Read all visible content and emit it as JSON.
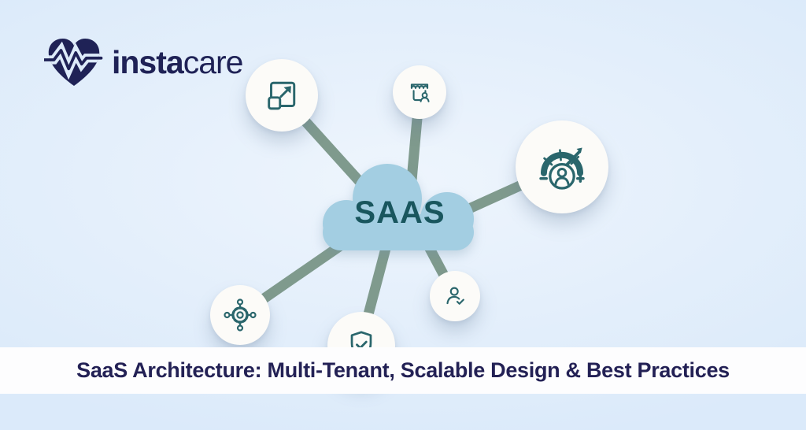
{
  "brand": {
    "name_bold": "insta",
    "name_light": "care",
    "logo_icon": "heart-pulse-icon",
    "color": "#1f2256"
  },
  "diagram": {
    "cloud_label": "SAAS",
    "cloud_fill": "#a3cee2",
    "cloud_label_color": "#19565e",
    "spoke_color": "#7f9a8d",
    "node_fill": "#fcfbf8",
    "icon_stroke": "#2a666c",
    "nodes": [
      {
        "icon": "scale-expand-icon"
      },
      {
        "icon": "storefront-user-icon"
      },
      {
        "icon": "gauge-user-icon"
      },
      {
        "icon": "gear-network-icon"
      },
      {
        "icon": "shield-check-icon"
      },
      {
        "icon": "user-check-icon"
      }
    ]
  },
  "banner": {
    "title": "SaaS Architecture: Multi-Tenant, Scalable Design & Best Practices",
    "text_color": "#232155",
    "background": "#fdfdfe"
  },
  "page": {
    "background": "#ddebfa"
  }
}
